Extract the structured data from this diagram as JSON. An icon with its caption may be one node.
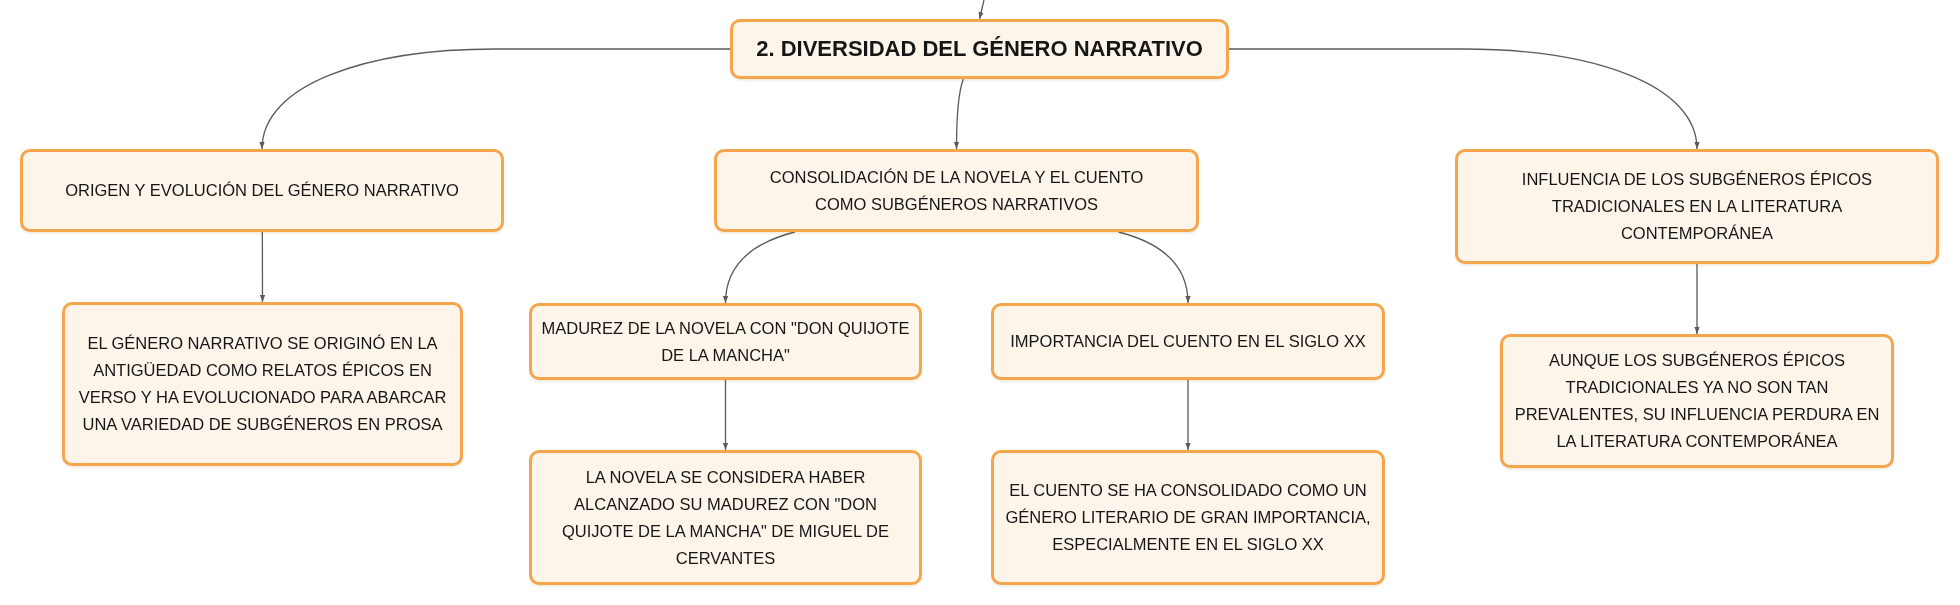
{
  "diagram": {
    "nodes": [
      {
        "text": [
          "2. DIVERSIDAD DEL GÉNERO NARRATIVO"
        ]
      },
      {
        "text": [
          "ORIGEN Y EVOLUCIÓN DEL GÉNERO NARRATIVO"
        ]
      },
      {
        "text": [
          "CONSOLIDACIÓN DE LA NOVELA Y EL CUENTO COMO SUBGÉNEROS NARRATIVOS"
        ]
      },
      {
        "text": [
          "INFLUENCIA DE LOS SUBGÉNEROS ÉPICOS TRADICIONALES EN LA LITERATURA CONTEMPORÁNEA"
        ]
      },
      {
        "text": [
          "EL GÉNERO NARRATIVO SE ORIGINÓ EN LA ANTIGÜEDAD COMO RELATOS ÉPICOS EN VERSO Y HA EVOLUCIONADO PARA ABARCAR UNA VARIEDAD DE SUBGÉNEROS EN PROSA"
        ]
      },
      {
        "text": [
          "MADUREZ DE LA NOVELA CON \"DON QUIJOTE DE LA MANCHA\""
        ]
      },
      {
        "text": [
          "LA NOVELA SE CONSIDERA HABER ALCANZADO SU MADUREZ CON \"DON QUIJOTE DE LA MANCHA\" DE MIGUEL DE CERVANTES"
        ]
      },
      {
        "text": [
          "IMPORTANCIA DEL CUENTO EN EL SIGLO XX"
        ]
      },
      {
        "text": [
          "EL CUENTO SE HA CONSOLIDADO COMO UN GÉNERO LITERARIO DE GRAN IMPORTANCIA, ESPECIALMENTE EN EL SIGLO XX"
        ]
      },
      {
        "text": [
          "AUNQUE LOS SUBGÉNEROS ÉPICOS TRADICIONALES YA NO SON TAN PREVALENTES, SU INFLUENCIA PERDURA EN LA LITERATURA CONTEMPORÁNEA"
        ]
      }
    ],
    "edges": [
      {
        "from": null,
        "to": 0,
        "arrow": "to"
      },
      {
        "from": 0,
        "to": 1,
        "arrow": "to"
      },
      {
        "from": 0,
        "to": 2,
        "arrow": "to"
      },
      {
        "from": 0,
        "to": 3,
        "arrow": "to"
      },
      {
        "from": 1,
        "to": 4,
        "arrow": "to"
      },
      {
        "from": 2,
        "to": 5,
        "arrow": "to"
      },
      {
        "from": 2,
        "to": 7,
        "arrow": "to"
      },
      {
        "from": 5,
        "to": 6,
        "arrow": "to"
      },
      {
        "from": 7,
        "to": 8,
        "arrow": "to"
      },
      {
        "from": 3,
        "to": 9,
        "arrow": "to"
      }
    ]
  }
}
